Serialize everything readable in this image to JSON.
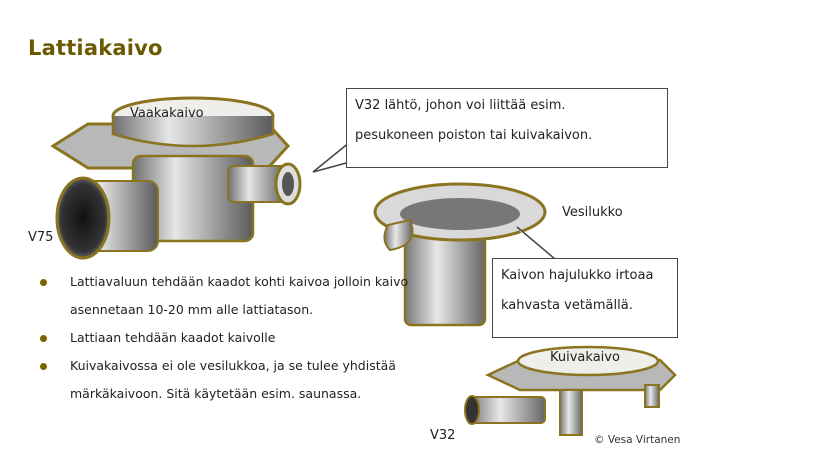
{
  "title": "Lattiakaivo",
  "labels": {
    "vaakakaivo": "Vaakakaivo",
    "v75": "V75",
    "vesilukko": "Vesilukko",
    "kuivakaivo": "Kuivakaivo",
    "v32": "V32"
  },
  "callouts": {
    "v32_outlet_line1": "V32 lähtö, johon voi liittää esim.",
    "v32_outlet_line2": "pesukoneen poiston tai kuivakaivon.",
    "trap_line1": "Kaivon hajulukko irtoaa",
    "trap_line2": "kahvasta vetämällä."
  },
  "bullets": [
    "Lattiavaluun tehdään kaadot kohti kaivoa jolloin kaivo asennetaan 10-20 mm alle lattiatason.",
    "Lattiaan tehdään kaadot kaivolle",
    "Kuivakaivossa ei ole vesilukkoa, ja se tulee yhdistää märkäkaivoon. Sitä käytetään esim. saunassa."
  ],
  "credit": "© Vesa Virtanen",
  "colors": {
    "accent": "#6b5800",
    "outline": "#8a7420",
    "metal": "#c8c8c8"
  }
}
